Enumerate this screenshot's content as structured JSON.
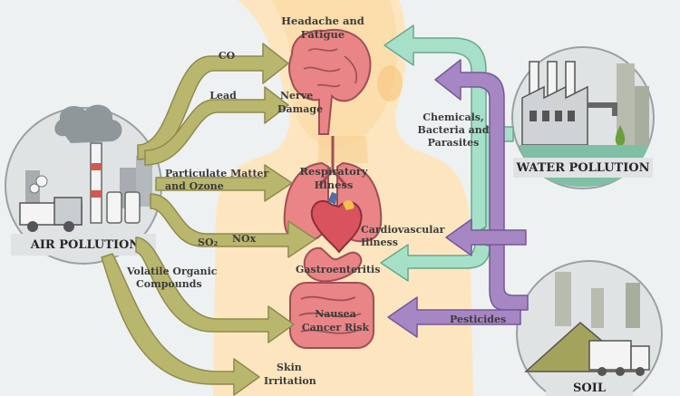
{
  "sources": {
    "air": "AIR POLLUTION",
    "water": "WATER POLLUTION",
    "soil": "SOIL"
  },
  "pollutants": {
    "co": "CO",
    "lead": "Lead",
    "pm_1": "Particulate Matter",
    "pm_2": "and Ozone",
    "so2": "SO₂",
    "nox": "NOx",
    "voc_1": "Volatile Organic",
    "voc_2": "Compounds",
    "chem_1": "Chemicals,",
    "chem_2": "Bacteria and",
    "chem_3": "Parasites",
    "pesticides": "Pesticides"
  },
  "effects": {
    "headache_1": "Headache and",
    "headache_2": "Fatigue",
    "nerve_1": "Nerve",
    "nerve_2": "Damage",
    "resp_1": "Respiratory",
    "resp_2": "Illness",
    "cardio_1": "Cardiovascular",
    "cardio_2": "Illness",
    "gastro": "Gastroenteritis",
    "nausea": "Nausea",
    "cancer": "Cancer Risk",
    "skin_1": "Skin",
    "skin_2": "Irritation"
  },
  "colors": {
    "background": "#eef1f2",
    "air_arrow": "#b9b76e",
    "water_arrow": "#a6e0c9",
    "soil_arrow": "#a687c4",
    "body_skin": "#fbdcaa",
    "organ": "#e98586",
    "text": "#3b3b3b"
  }
}
